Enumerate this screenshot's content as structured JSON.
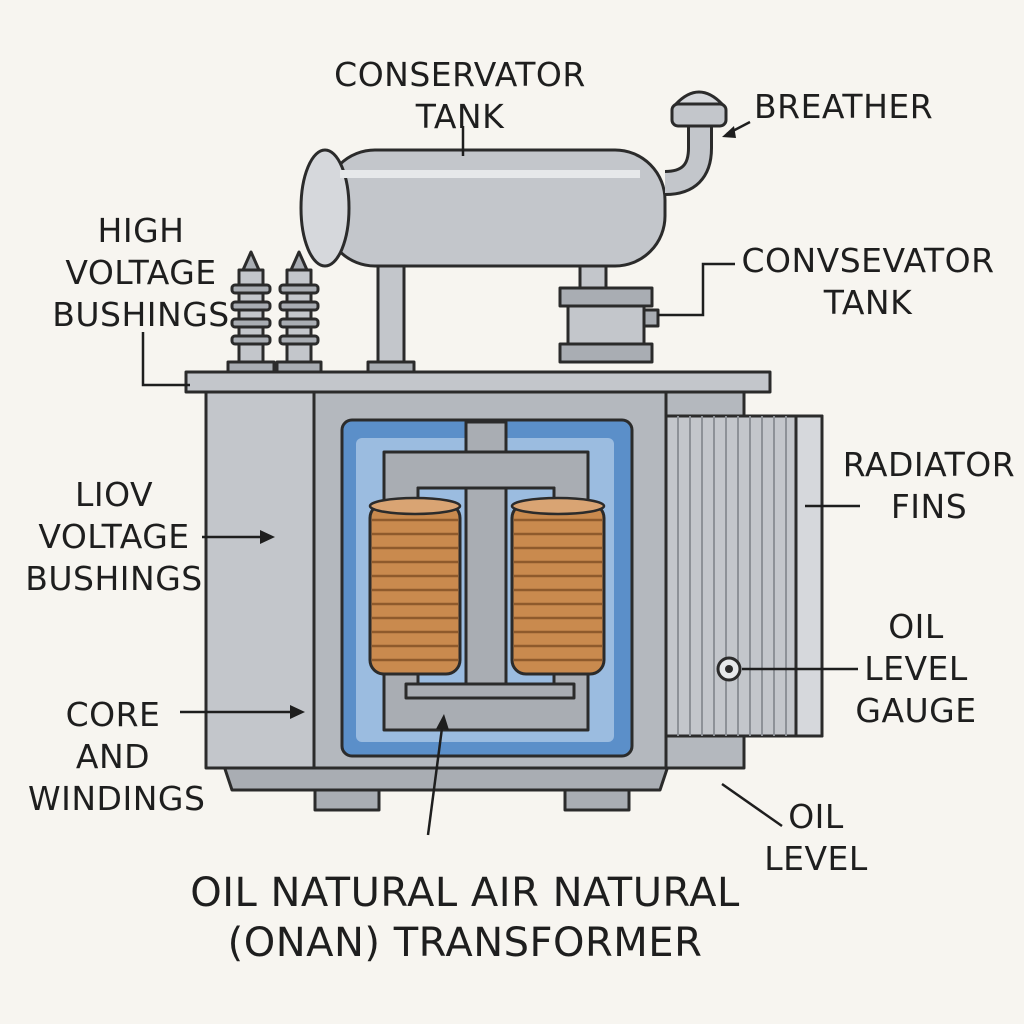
{
  "diagram": {
    "title_lines": [
      "OIL NATURAL AIR NATURAL",
      "(ONAN) TRANSFORMER"
    ],
    "labels": {
      "conservator_tank": [
        "CONSERVATOR",
        "TANK"
      ],
      "breather": [
        "BREATHER"
      ],
      "high_voltage_bushings": [
        "HIGH",
        "VOLTAGE",
        "BUSHINGS"
      ],
      "convsevator_tank": [
        "CONVSEVATOR",
        "TANK"
      ],
      "low_voltage_bushings": [
        "LIOV",
        "VOLTAGE",
        "BUSHINGS"
      ],
      "radiator_fins": [
        "RADIATOR",
        "FINS"
      ],
      "oil_level_gauge": [
        "OIL",
        "LEVEL",
        "GAUGE"
      ],
      "core_and_windings": [
        "CORE",
        "AND",
        "WINDINGS"
      ],
      "oil_level": [
        "OIL",
        "LEVEL"
      ]
    },
    "colors": {
      "background": "#f7f5f0",
      "steel": "#c3c6cb",
      "steel_dark": "#a9adb3",
      "oil": "#5b8fc9",
      "copper": "#c98a4e",
      "outline": "#2b2b2b"
    }
  }
}
